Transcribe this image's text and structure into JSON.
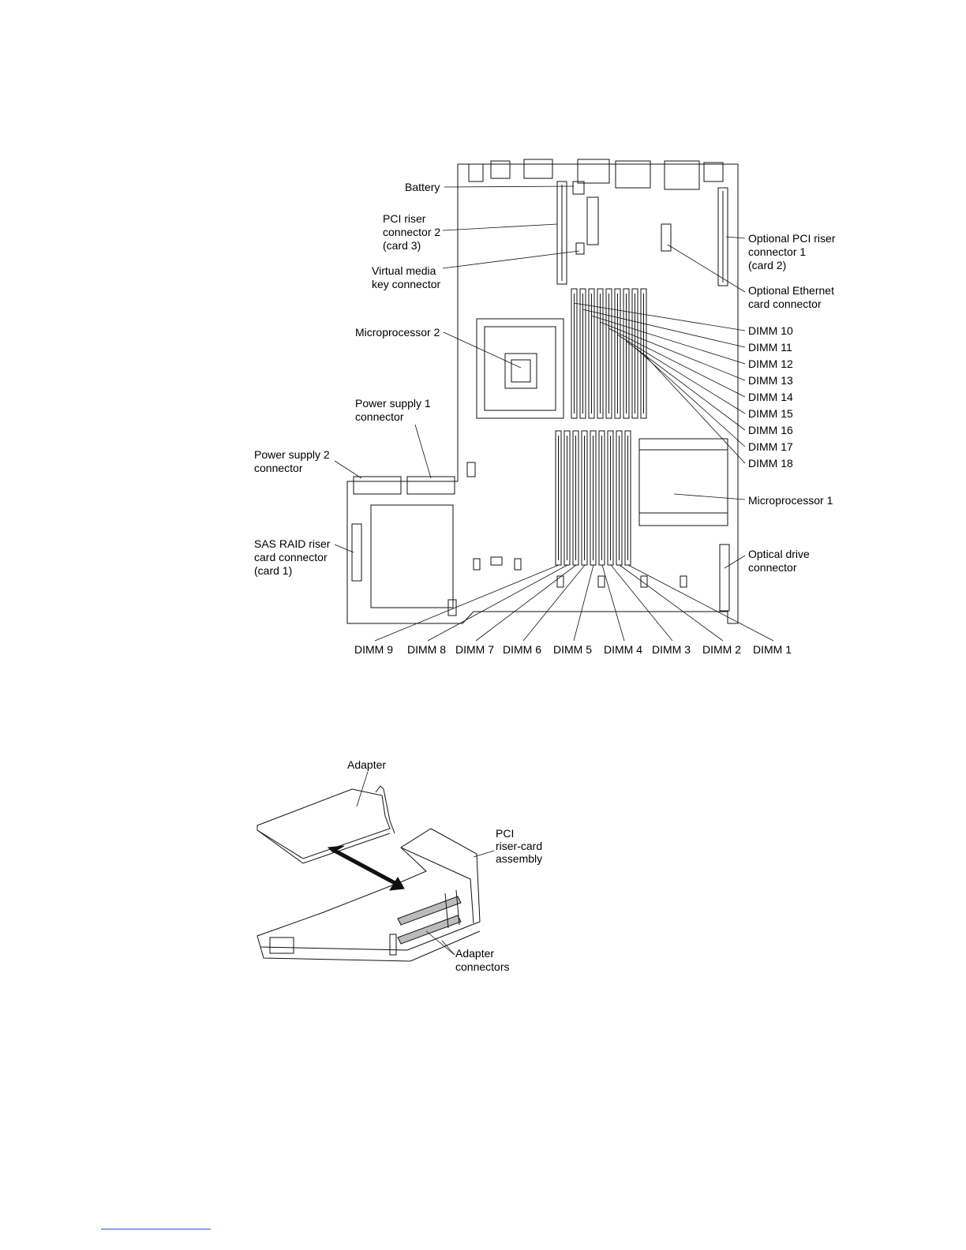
{
  "figure1": {
    "labels": {
      "battery": "Battery",
      "pci_riser_2": "PCI riser\nconnector 2\n(card 3)",
      "virtual_media": "Virtual media\nkey connector",
      "microprocessor_2": "Microprocessor 2",
      "power_supply_1": "Power supply 1\nconnector",
      "power_supply_2": "Power supply 2\nconnector",
      "sas_raid": "SAS RAID riser\ncard connector\n(card 1)",
      "optional_pci_riser_1": "Optional PCI riser\nconnector 1\n(card 2)",
      "optional_ethernet": "Optional Ethernet\ncard connector",
      "microprocessor_1": "Microprocessor 1",
      "optical_drive": "Optical drive\nconnector"
    },
    "dimms_right": [
      "DIMM 10",
      "DIMM 11",
      "DIMM 12",
      "DIMM 13",
      "DIMM 14",
      "DIMM 15",
      "DIMM 16",
      "DIMM 17",
      "DIMM 18"
    ],
    "dimms_bottom": [
      "DIMM 9",
      "DIMM 8",
      "DIMM 7",
      "DIMM 6",
      "DIMM 5",
      "DIMM 4",
      "DIMM 3",
      "DIMM 2",
      "DIMM 1"
    ]
  },
  "figure2": {
    "labels": {
      "adapter": "Adapter",
      "riser_assembly": "PCI\nriser-card\nassembly",
      "adapter_connectors": "Adapter\nconnectors"
    }
  }
}
